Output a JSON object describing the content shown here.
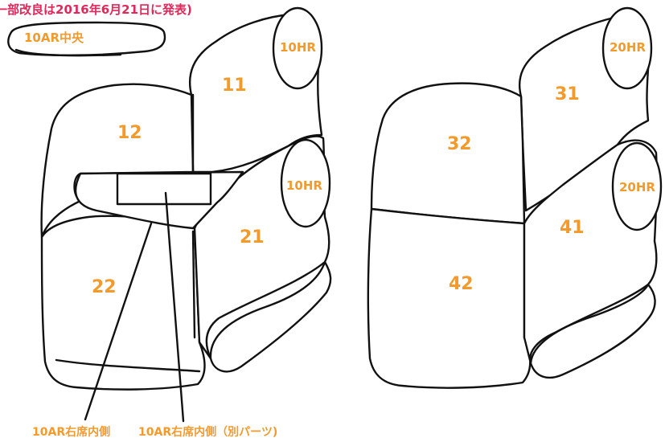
{
  "note": "一部改良は2016年6月21日に発表)",
  "labels": {
    "p10ar_center": "10AR中央",
    "p10hr_top": "10HR",
    "p10hr_mid": "10HR",
    "p11": "11",
    "p12": "12",
    "p21": "21",
    "p22": "22",
    "p20hr_top": "20HR",
    "p20hr_mid": "20HR",
    "p31": "31",
    "p32": "32",
    "p41": "41",
    "p42": "42",
    "inner_right": "10AR右席内側",
    "inner_right_separate": "10AR右席内側（別パーツ)"
  },
  "colors": {
    "part_number": "#f39a2c",
    "note": "#e0285a",
    "outline": "#111111"
  }
}
